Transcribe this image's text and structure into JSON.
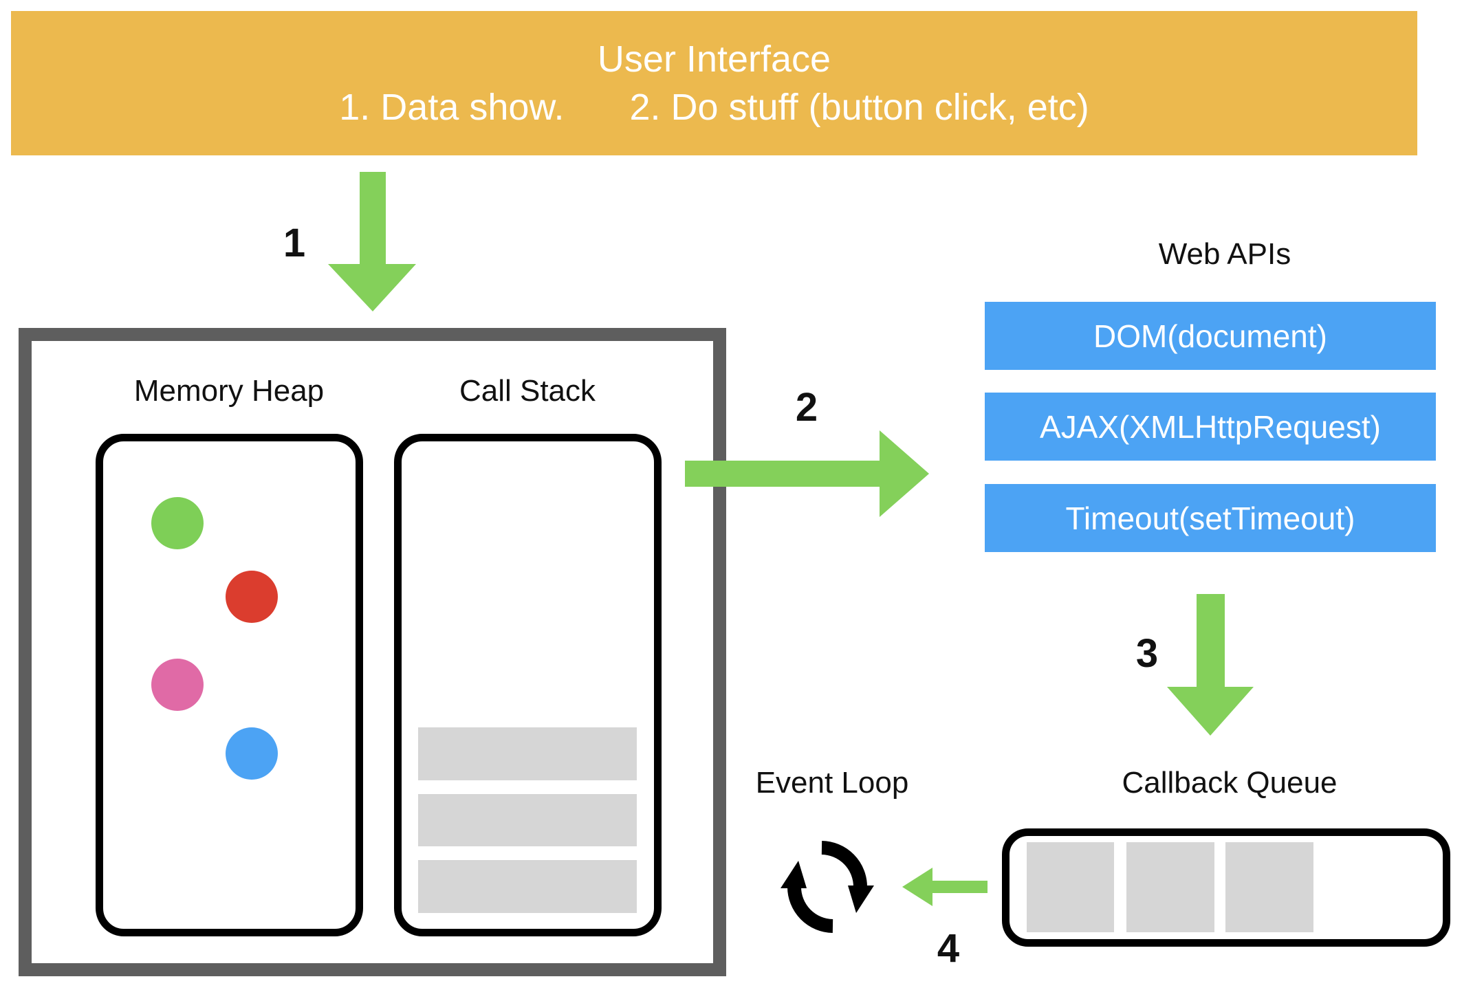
{
  "user_interface": {
    "title": "User Interface",
    "item1": "1. Data show.",
    "item2": "2. Do stuff (button click, etc)"
  },
  "steps": [
    "1",
    "2",
    "3",
    "4"
  ],
  "runtime": {
    "memory_heap_label": "Memory Heap",
    "call_stack_label": "Call Stack",
    "heap_objects": [
      {
        "color": "#7ecf57"
      },
      {
        "color": "#db3d2e"
      },
      {
        "color": "#e06aa6"
      },
      {
        "color": "#4ca3f4"
      }
    ],
    "stack_frames": 3
  },
  "web_apis": {
    "label": "Web APIs",
    "items": [
      "DOM(document)",
      "AJAX(XMLHttpRequest)",
      "Timeout(setTimeout)"
    ]
  },
  "event_loop": {
    "label": "Event Loop",
    "icon": "refresh-cycle-icon"
  },
  "callback_queue": {
    "label": "Callback Queue",
    "slots": 3
  },
  "colors": {
    "ui_yellow": "#ecb94e",
    "arrow_green": "#84d05a",
    "api_blue": "#4ca3f4",
    "slot_grey": "#d6d6d6",
    "frame_grey": "#5e5e5e"
  }
}
